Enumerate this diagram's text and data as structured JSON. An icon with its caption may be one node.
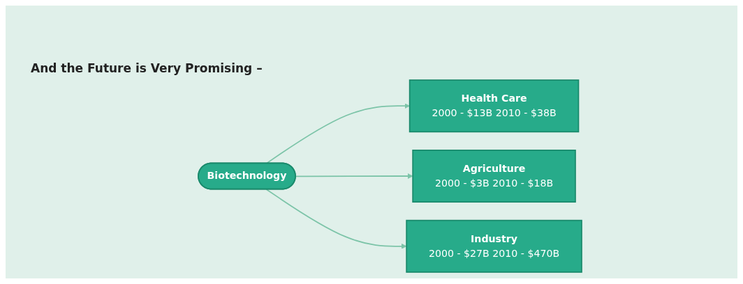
{
  "diagram": {
    "title": "And the Future is Very Promising –",
    "nodes": [
      {
        "text": [
          "Biotechnology"
        ]
      },
      {
        "text": [
          "Health Care",
          "2000 - $13B 2010 - $38B"
        ]
      },
      {
        "text": [
          "Agriculture",
          "2000 - $3B 2010 - $18B"
        ]
      },
      {
        "text": [
          "Industry",
          "2000 - $27B 2010 - $470B"
        ]
      }
    ],
    "edges": [
      {
        "from": 0,
        "to": 1,
        "arrow": "to"
      },
      {
        "from": 0,
        "to": 2,
        "arrow": "to"
      },
      {
        "from": 0,
        "to": 3,
        "arrow": "to"
      }
    ]
  }
}
